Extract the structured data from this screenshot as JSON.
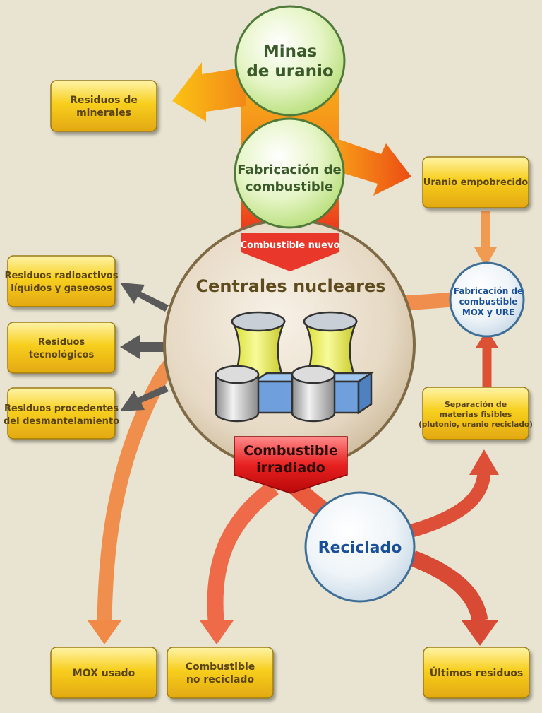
{
  "nodes": {
    "mines": [
      "Minas",
      "de uranio"
    ],
    "fabrication": [
      "Fabricación de",
      "combustible"
    ],
    "plants": "Centrales nucleares",
    "recycling": "Reciclado",
    "mox_fab": [
      "Fabricación de",
      "combustible",
      "MOX y URE"
    ]
  },
  "banners": {
    "new_fuel": "Combustible nuevo",
    "irradiated": [
      "Combustible",
      "irradiado"
    ]
  },
  "boxes": {
    "mineral_waste": [
      "Residuos de",
      "minerales"
    ],
    "depleted_uranium": [
      "Uranio empobrecido"
    ],
    "radioactive_waste": [
      "Residuos radioactivos",
      "líquidos y gaseosos"
    ],
    "tech_waste": [
      "Residuos",
      "tecnológicos"
    ],
    "dismantling_waste": [
      "Residuos procedentes",
      "del desmantelamiento"
    ],
    "separation": [
      "Separación de",
      "materias fisibles",
      "(plutonio, uranio reciclado)"
    ],
    "used_mox": [
      "MOX usado"
    ],
    "non_recycled": [
      "Combustible",
      "no reciclado"
    ],
    "final_waste": [
      "Últimos residuos"
    ]
  },
  "colors": {
    "background": "#e9e4d1",
    "box_fill": "#f7cf1e",
    "box_text": "#5a4410",
    "green_node": "#dcf0b4",
    "green_text": "#3a5a2a",
    "recycling_text": "#1a4f9a",
    "plant_title": "#5f4c1e",
    "orange_arrow": "#f08a46",
    "red_arrow": "#de5036",
    "grey_arrow": "#5a5a5a",
    "banner_red": "#e01010"
  }
}
